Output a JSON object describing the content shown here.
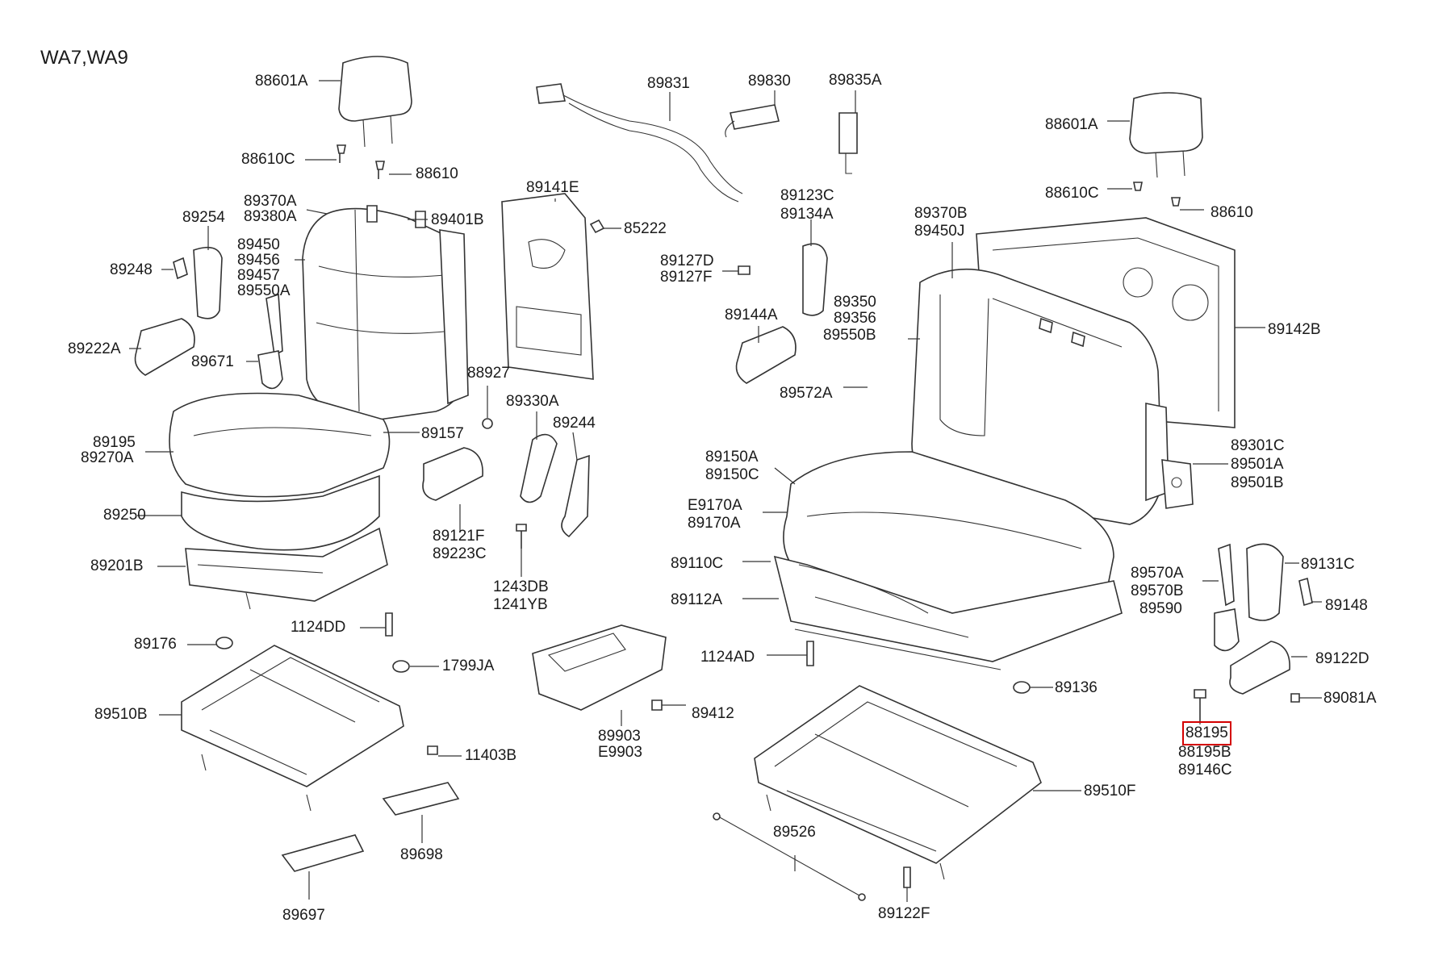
{
  "model": "WA7,WA9",
  "highlight_color": "#d40000",
  "labels": [
    {
      "id": "l01",
      "text": "88601A"
    },
    {
      "id": "l02",
      "text": "88610C"
    },
    {
      "id": "l03",
      "text": "88610"
    },
    {
      "id": "l04",
      "text": "89370A"
    },
    {
      "id": "l05",
      "text": "89380A"
    },
    {
      "id": "l06",
      "text": "89401B"
    },
    {
      "id": "l07",
      "text": "89254"
    },
    {
      "id": "l08",
      "text": "89450"
    },
    {
      "id": "l09",
      "text": "89456"
    },
    {
      "id": "l10",
      "text": "89457"
    },
    {
      "id": "l11",
      "text": "89550A"
    },
    {
      "id": "l12",
      "text": "89248"
    },
    {
      "id": "l13",
      "text": "89222A"
    },
    {
      "id": "l14",
      "text": "89671"
    },
    {
      "id": "l15",
      "text": "88927"
    },
    {
      "id": "l16",
      "text": "89157"
    },
    {
      "id": "l17",
      "text": "89195"
    },
    {
      "id": "l18",
      "text": "89270A"
    },
    {
      "id": "l19",
      "text": "89250"
    },
    {
      "id": "l20",
      "text": "89201B"
    },
    {
      "id": "l21",
      "text": "89121F"
    },
    {
      "id": "l22",
      "text": "89223C"
    },
    {
      "id": "l23",
      "text": "1124DD"
    },
    {
      "id": "l24",
      "text": "89176"
    },
    {
      "id": "l25",
      "text": "1799JA"
    },
    {
      "id": "l26",
      "text": "89510B"
    },
    {
      "id": "l27",
      "text": "11403B"
    },
    {
      "id": "l28",
      "text": "89698"
    },
    {
      "id": "l29",
      "text": "89697"
    },
    {
      "id": "l30",
      "text": "89831"
    },
    {
      "id": "l31",
      "text": "89830"
    },
    {
      "id": "l32",
      "text": "89835A"
    },
    {
      "id": "l33",
      "text": "89141E"
    },
    {
      "id": "l34",
      "text": "85222"
    },
    {
      "id": "l35",
      "text": "89123C"
    },
    {
      "id": "l36",
      "text": "89134A"
    },
    {
      "id": "l37",
      "text": "89127D"
    },
    {
      "id": "l38",
      "text": "89127F"
    },
    {
      "id": "l39",
      "text": "89144A"
    },
    {
      "id": "l40",
      "text": "89330A"
    },
    {
      "id": "l41",
      "text": "89244"
    },
    {
      "id": "l42",
      "text": "1243DB"
    },
    {
      "id": "l43",
      "text": "1241YB"
    },
    {
      "id": "l44",
      "text": "89903"
    },
    {
      "id": "l45",
      "text": "E9903"
    },
    {
      "id": "l46",
      "text": "89412"
    },
    {
      "id": "l47",
      "text": "89350"
    },
    {
      "id": "l48",
      "text": "89356"
    },
    {
      "id": "l49",
      "text": "89550B"
    },
    {
      "id": "l50",
      "text": "89572A"
    },
    {
      "id": "l51",
      "text": "89370B"
    },
    {
      "id": "l52",
      "text": "89450J"
    },
    {
      "id": "l53",
      "text": "88601A"
    },
    {
      "id": "l54",
      "text": "88610C"
    },
    {
      "id": "l55",
      "text": "88610"
    },
    {
      "id": "l56",
      "text": "89142B"
    },
    {
      "id": "l57",
      "text": "89301C"
    },
    {
      "id": "l58",
      "text": "89501A"
    },
    {
      "id": "l59",
      "text": "89501B"
    },
    {
      "id": "l60",
      "text": "89150A"
    },
    {
      "id": "l61",
      "text": "89150C"
    },
    {
      "id": "l62",
      "text": "E9170A"
    },
    {
      "id": "l63",
      "text": "89170A"
    },
    {
      "id": "l64",
      "text": "89110C"
    },
    {
      "id": "l65",
      "text": "89112A"
    },
    {
      "id": "l66",
      "text": "89570A"
    },
    {
      "id": "l67",
      "text": "89570B"
    },
    {
      "id": "l68",
      "text": "89590"
    },
    {
      "id": "l69",
      "text": "89131C"
    },
    {
      "id": "l70",
      "text": "89148"
    },
    {
      "id": "l71",
      "text": "89122D"
    },
    {
      "id": "l72",
      "text": "1124AD"
    },
    {
      "id": "l73",
      "text": "89136"
    },
    {
      "id": "l74",
      "text": "88195"
    },
    {
      "id": "l75",
      "text": "88195B"
    },
    {
      "id": "l76",
      "text": "89146C"
    },
    {
      "id": "l77",
      "text": "89081A"
    },
    {
      "id": "l78",
      "text": "89510F"
    },
    {
      "id": "l79",
      "text": "89526"
    },
    {
      "id": "l80",
      "text": "89122F"
    }
  ],
  "highlighted_label": "88195"
}
